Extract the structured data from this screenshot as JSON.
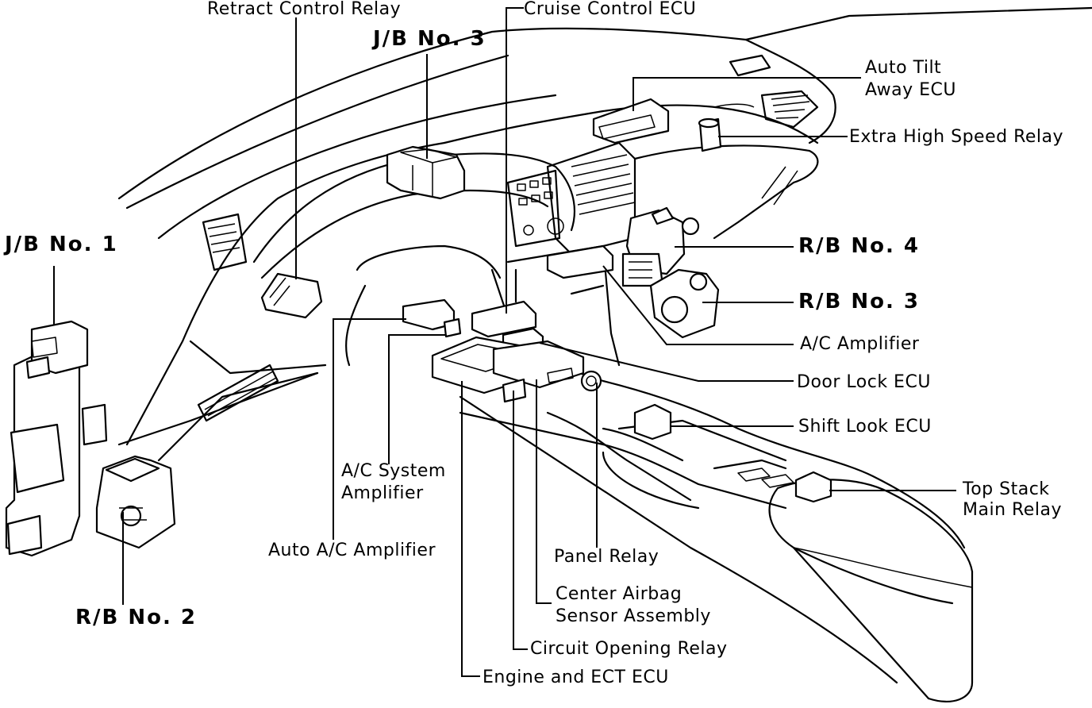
{
  "labels": {
    "retract_control_relay": "Retract Control Relay",
    "jb_no3": "J/B No. 3",
    "cruise_control_ecu": "Cruise Control ECU",
    "auto_tilt_away_ecu_1": "Auto Tilt",
    "auto_tilt_away_ecu_2": "Away ECU",
    "extra_high_speed_relay": "Extra High Speed Relay",
    "jb_no1": "J/B No. 1",
    "rb_no4": "R/B No. 4",
    "rb_no3": "R/B No. 3",
    "ac_amplifier": "A/C Amplifier",
    "door_lock_ecu": "Door Lock ECU",
    "shift_look_ecu": "Shift Look ECU",
    "top_stack_main_relay_1": "Top Stack",
    "top_stack_main_relay_2": "Main Relay",
    "ac_system_amplifier_1": "A/C System",
    "ac_system_amplifier_2": "Amplifier",
    "auto_ac_amplifier": "Auto A/C Amplifier",
    "panel_relay": "Panel Relay",
    "center_airbag_1": "Center Airbag",
    "center_airbag_2": "Sensor Assembly",
    "circuit_opening_relay": "Circuit Opening Relay",
    "engine_ect_ecu": "Engine and ECT ECU",
    "rb_no2": "R/B No. 2"
  }
}
